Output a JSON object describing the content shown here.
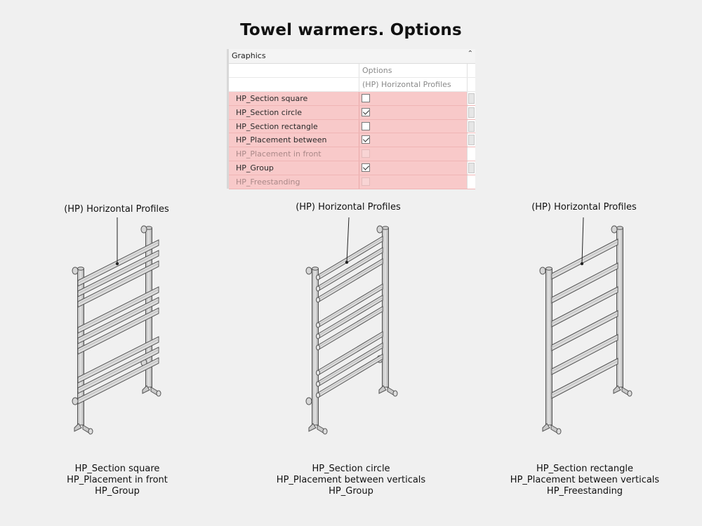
{
  "title": "Towel warmers. Options",
  "panel": {
    "header": "Graphics",
    "head_rows": [
      "Options",
      "(HP) Horizontal Profiles"
    ],
    "rows": [
      {
        "label": "HP_Section square",
        "checked": false,
        "disabled": false
      },
      {
        "label": "HP_Section circle",
        "checked": true,
        "disabled": false
      },
      {
        "label": "HP_Section rectangle",
        "checked": false,
        "disabled": false
      },
      {
        "label": "HP_Placement between verticals",
        "checked": true,
        "disabled": false
      },
      {
        "label": "HP_Placement in front",
        "checked": false,
        "disabled": true
      },
      {
        "label": "HP_Group",
        "checked": true,
        "disabled": false
      },
      {
        "label": "HP_Freestanding",
        "checked": false,
        "disabled": true
      }
    ]
  },
  "drawings": [
    {
      "label": "(HP) Horizontal Profiles",
      "caption": [
        "HP_Section square",
        "HP_Placement in front",
        "HP_Group"
      ]
    },
    {
      "label": "(HP) Horizontal Profiles",
      "caption": [
        "HP_Section circle",
        "HP_Placement between verticals",
        "HP_Group"
      ]
    },
    {
      "label": "(HP) Horizontal Profiles",
      "caption": [
        "HP_Section rectangle",
        "HP_Placement between verticals",
        "HP_Freestanding"
      ]
    }
  ]
}
